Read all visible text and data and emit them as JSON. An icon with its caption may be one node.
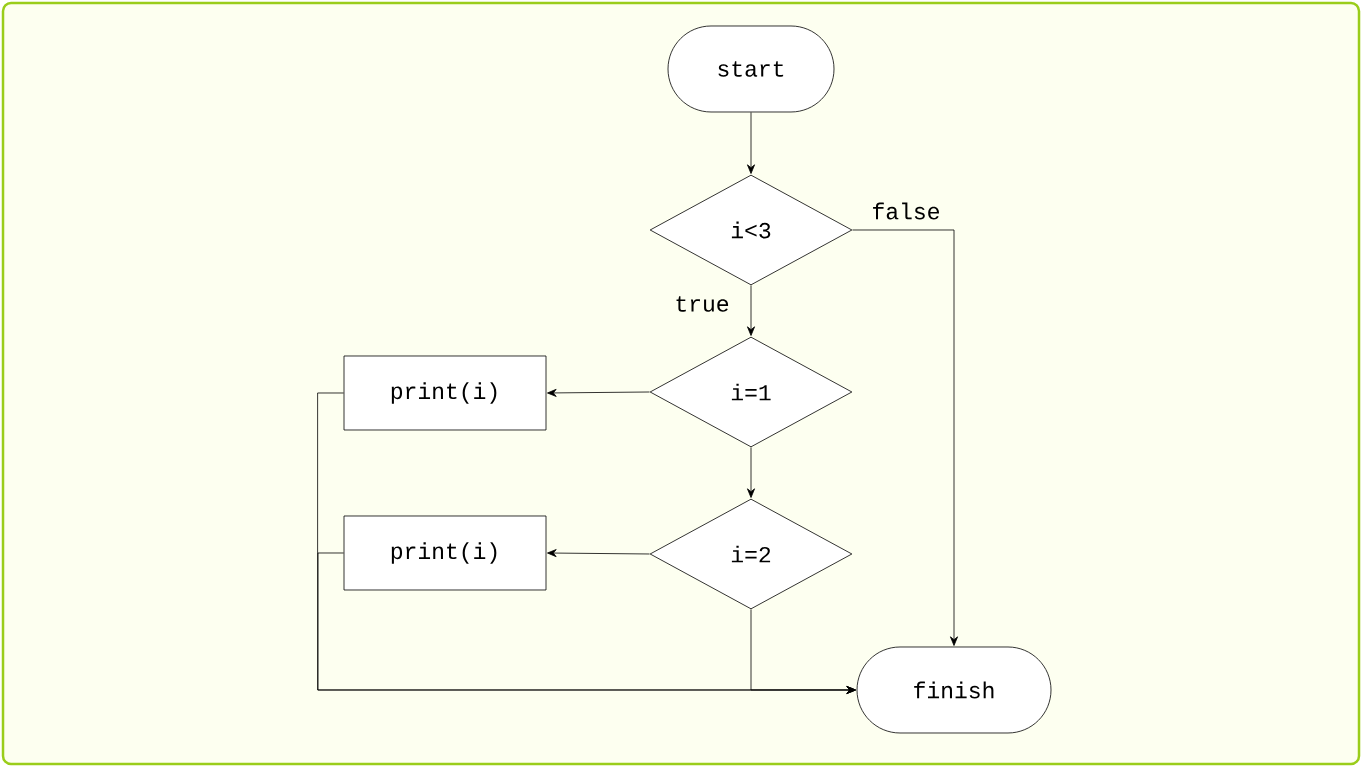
{
  "diagram": {
    "nodes": [
      {
        "text": [
          "start"
        ]
      },
      {
        "text": [
          "i<3"
        ]
      },
      {
        "text": [
          "i=1"
        ]
      },
      {
        "text": [
          "i=2"
        ]
      },
      {
        "text": [
          "print(i)"
        ]
      },
      {
        "text": [
          "print(i)"
        ]
      },
      {
        "text": [
          "finish"
        ]
      }
    ],
    "edges": [
      {
        "from": 0,
        "to": 1,
        "arrow": "to"
      },
      {
        "from": 1,
        "to": 6,
        "arrow": "to",
        "label": "false"
      },
      {
        "from": 1,
        "to": 2,
        "arrow": "to",
        "label": "true"
      },
      {
        "from": 2,
        "to": 4,
        "arrow": "to"
      },
      {
        "from": 2,
        "to": 3,
        "arrow": "to"
      },
      {
        "from": 3,
        "to": 5,
        "arrow": "to"
      },
      {
        "from": 4,
        "to": 6,
        "arrow": "to"
      },
      {
        "from": 5,
        "to": 6,
        "arrow": "to"
      },
      {
        "from": 3,
        "to": 6,
        "arrow": "to"
      }
    ]
  }
}
